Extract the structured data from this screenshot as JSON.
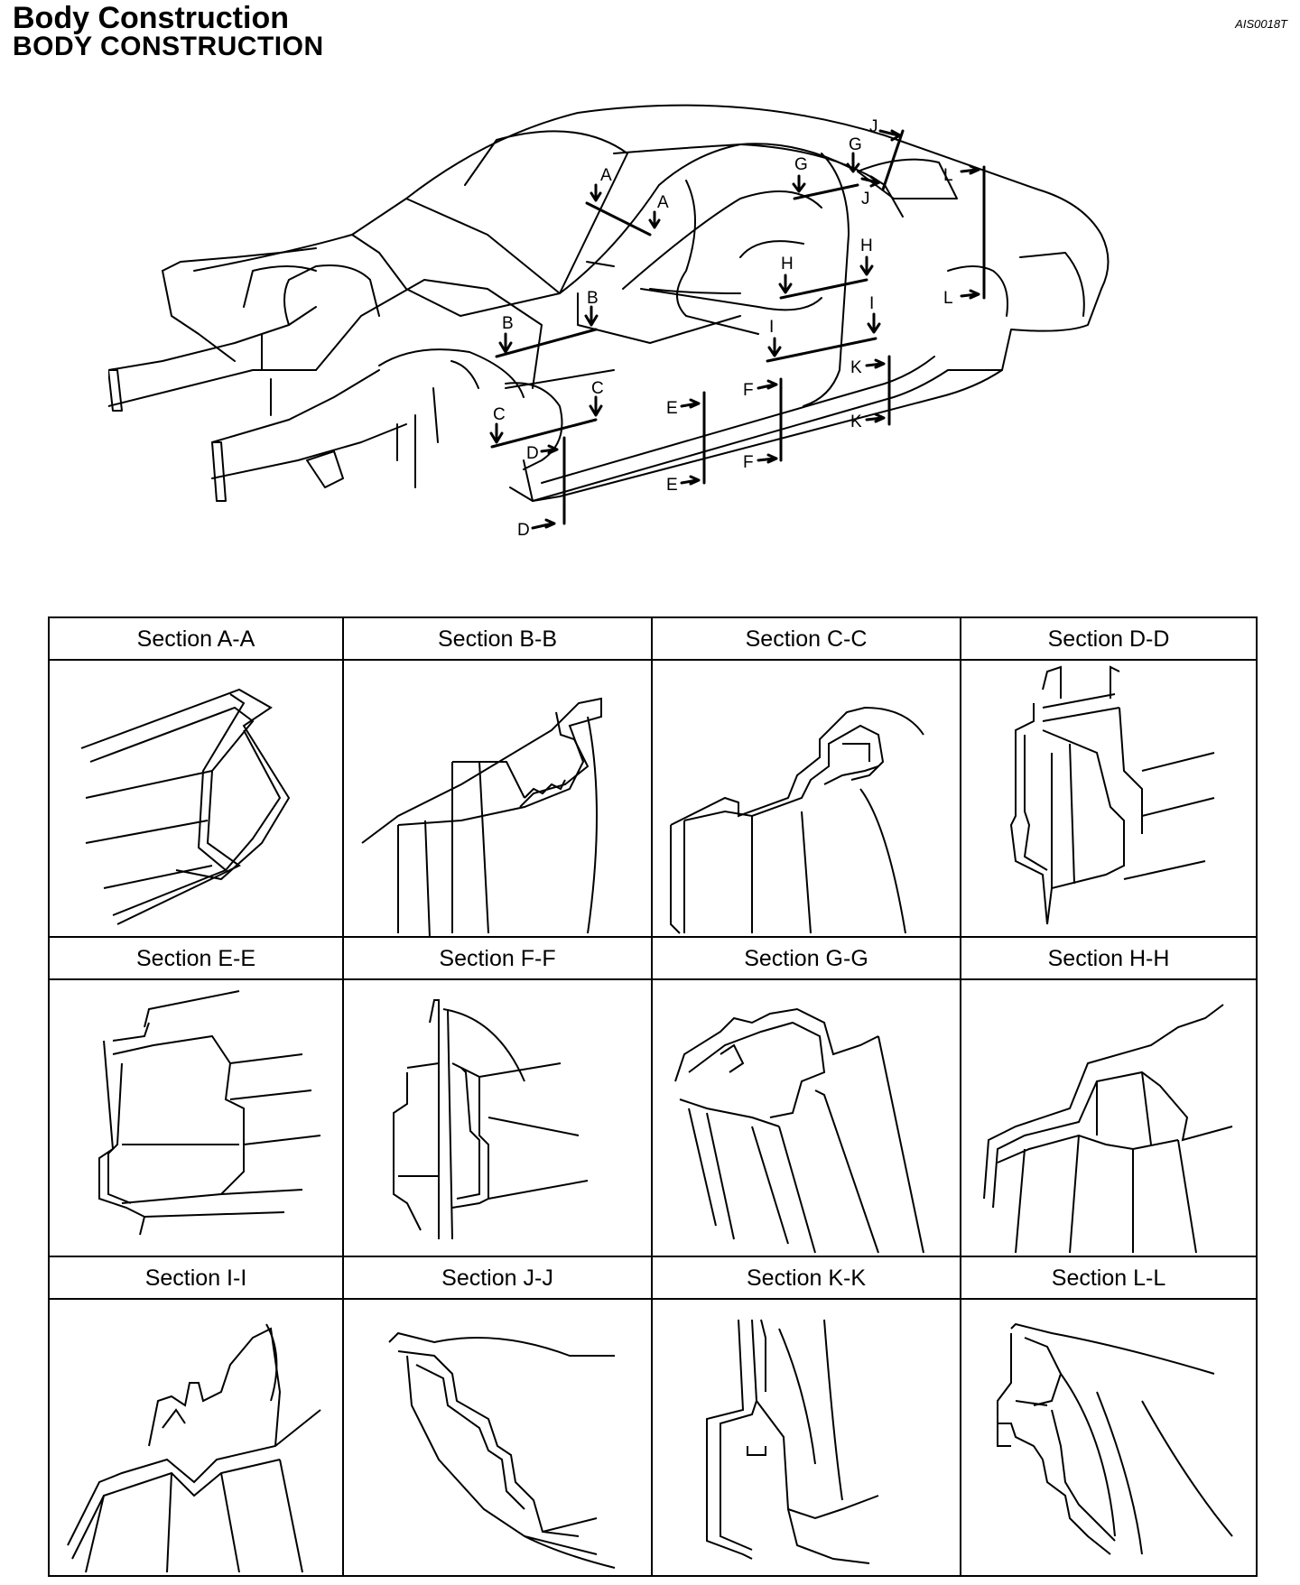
{
  "header": {
    "title": "Body Construction",
    "subtitle": "BODY CONSTRUCTION",
    "code": "AIS0018T"
  },
  "overview": {
    "labels": [
      "A",
      "A",
      "B",
      "B",
      "C",
      "C",
      "D",
      "D",
      "E",
      "E",
      "F",
      "F",
      "G",
      "G",
      "H",
      "H",
      "I",
      "I",
      "J",
      "J",
      "K",
      "K",
      "L",
      "L"
    ]
  },
  "sections": [
    {
      "label": "Section A-A"
    },
    {
      "label": "Section B-B"
    },
    {
      "label": "Section C-C"
    },
    {
      "label": "Section D-D"
    },
    {
      "label": "Section E-E"
    },
    {
      "label": "Section F-F"
    },
    {
      "label": "Section G-G"
    },
    {
      "label": "Section H-H"
    },
    {
      "label": "Section I-I"
    },
    {
      "label": "Section J-J"
    },
    {
      "label": "Section K-K"
    },
    {
      "label": "Section L-L"
    }
  ]
}
